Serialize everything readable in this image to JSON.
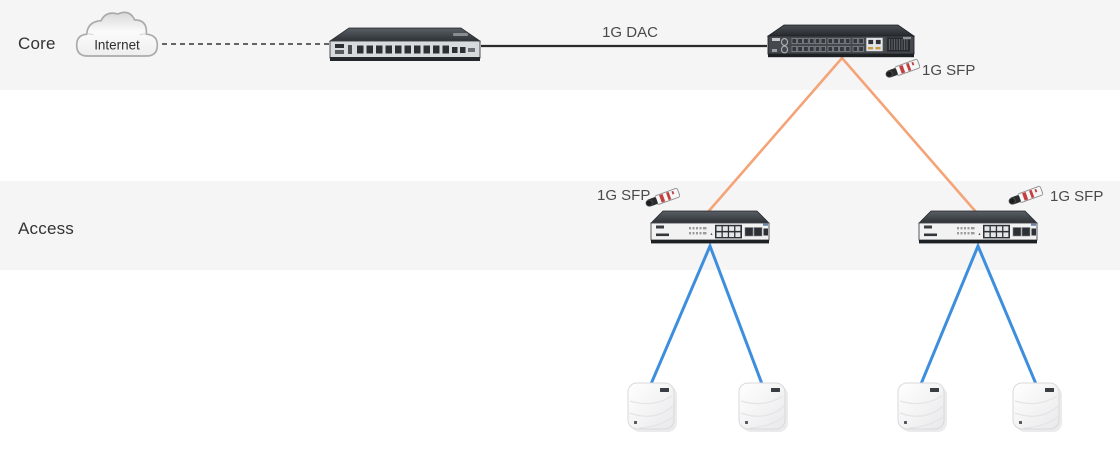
{
  "layers": {
    "core": {
      "label": "Core"
    },
    "access": {
      "label": "Access"
    }
  },
  "internet": {
    "label": "Internet"
  },
  "links": {
    "dac": {
      "label": "1G DAC"
    },
    "sfp_core": {
      "label": "1G SFP"
    },
    "sfp_access_left": {
      "label": "1G SFP"
    },
    "sfp_access_right": {
      "label": "1G SFP"
    }
  },
  "icons": {
    "internet": "cloud-icon",
    "core_router": "rackmount-router-icon",
    "core_switch": "24-port-sfp-switch-icon",
    "access_switch": "8-port-poe-switch-icon",
    "access_point": "ceiling-wifi-ap-icon",
    "transceiver": "sfp-module-icon"
  },
  "colors": {
    "band_gray": "#F5F5F6",
    "uplink_orange": "#F4A477",
    "downlink_blue": "#3E8EDE",
    "dac_line_black": "#2B2B2B",
    "dashed_line_gray": "#4F4F4F",
    "label_text": "#4A4A4A",
    "layer_text": "#333333"
  }
}
